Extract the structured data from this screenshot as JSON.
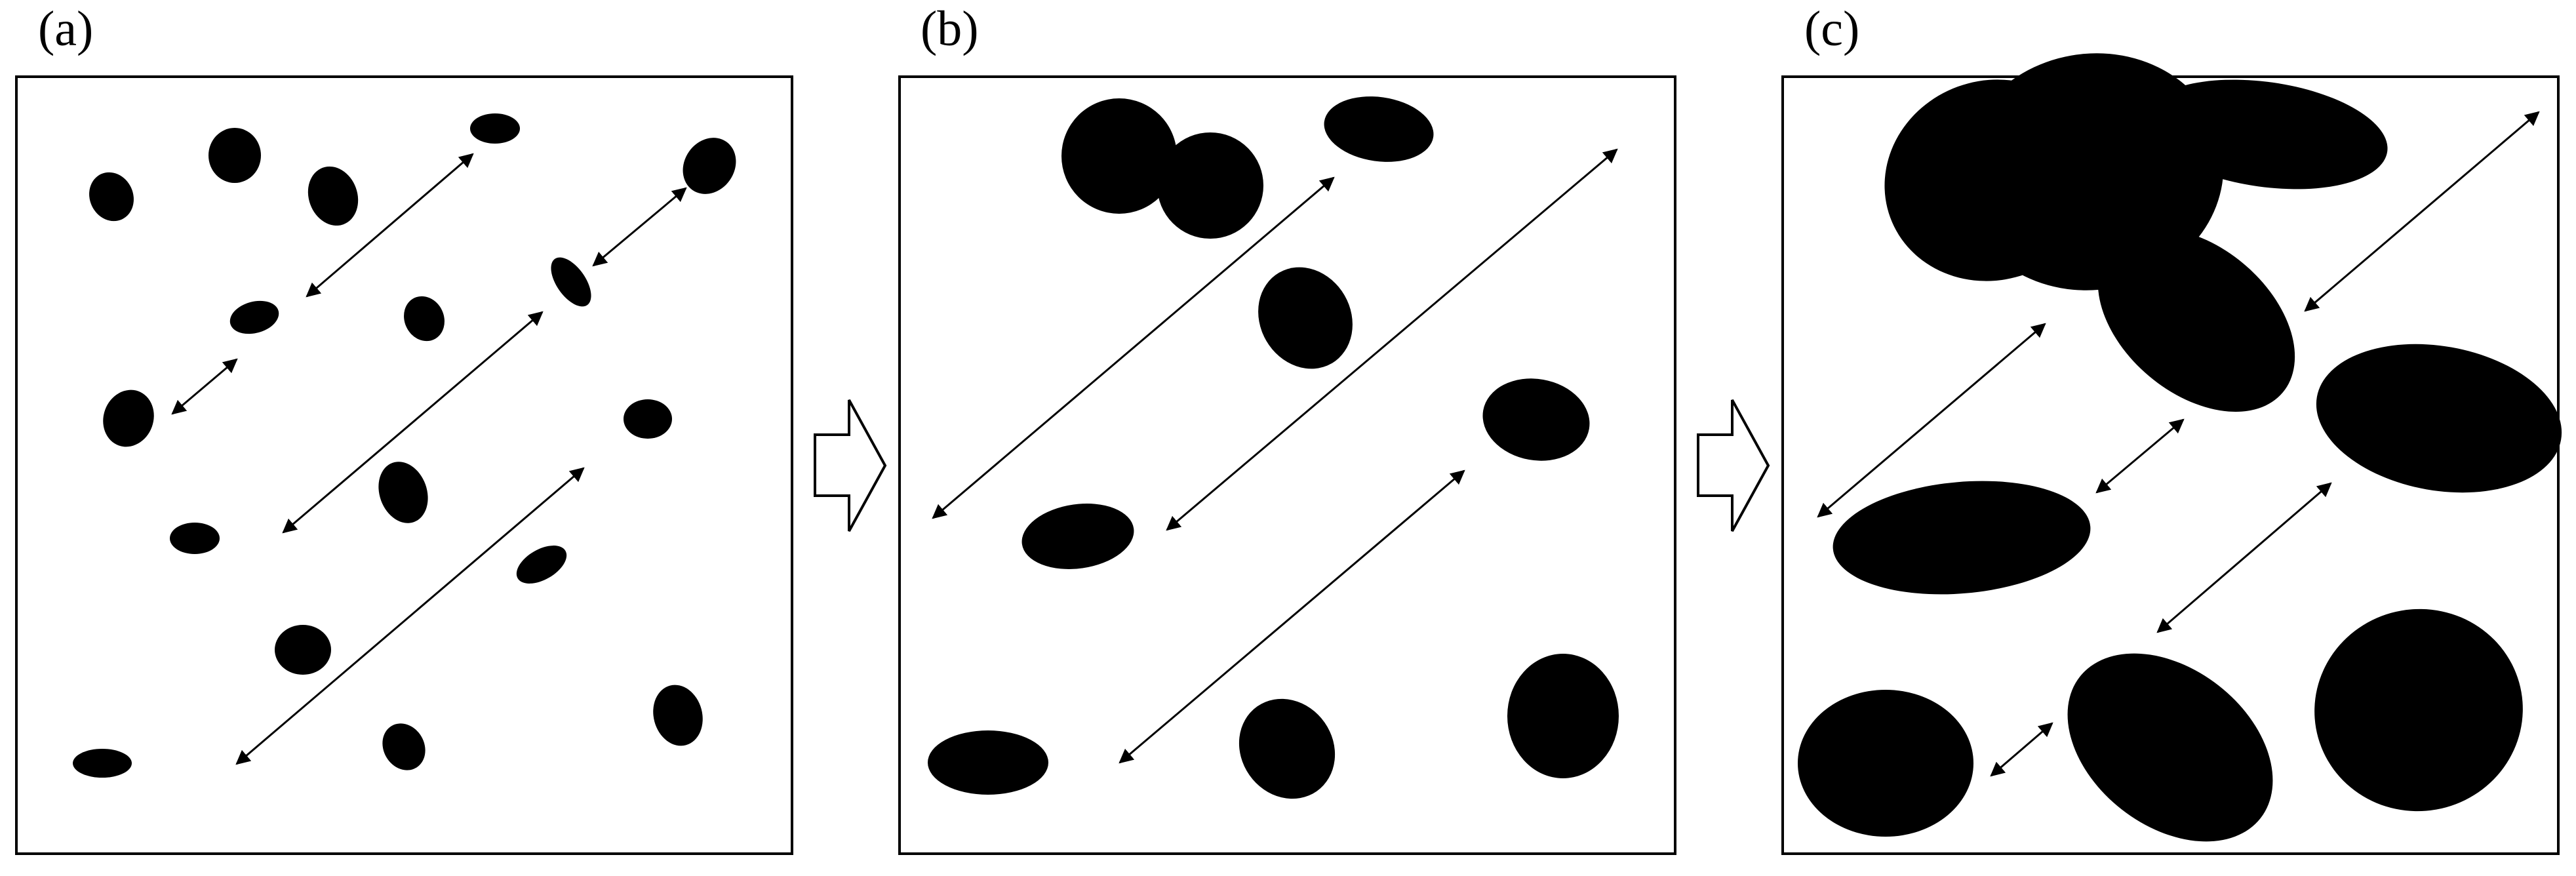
{
  "figure": {
    "panels": [
      {
        "label": "(a)"
      },
      {
        "label": "(b)"
      },
      {
        "label": "(c)"
      }
    ],
    "colors": {
      "particle": "#000000",
      "frame": "#000000",
      "background": "#ffffff"
    },
    "icons": [
      "double-headed-arrow-icon",
      "process-arrow-icon"
    ]
  }
}
